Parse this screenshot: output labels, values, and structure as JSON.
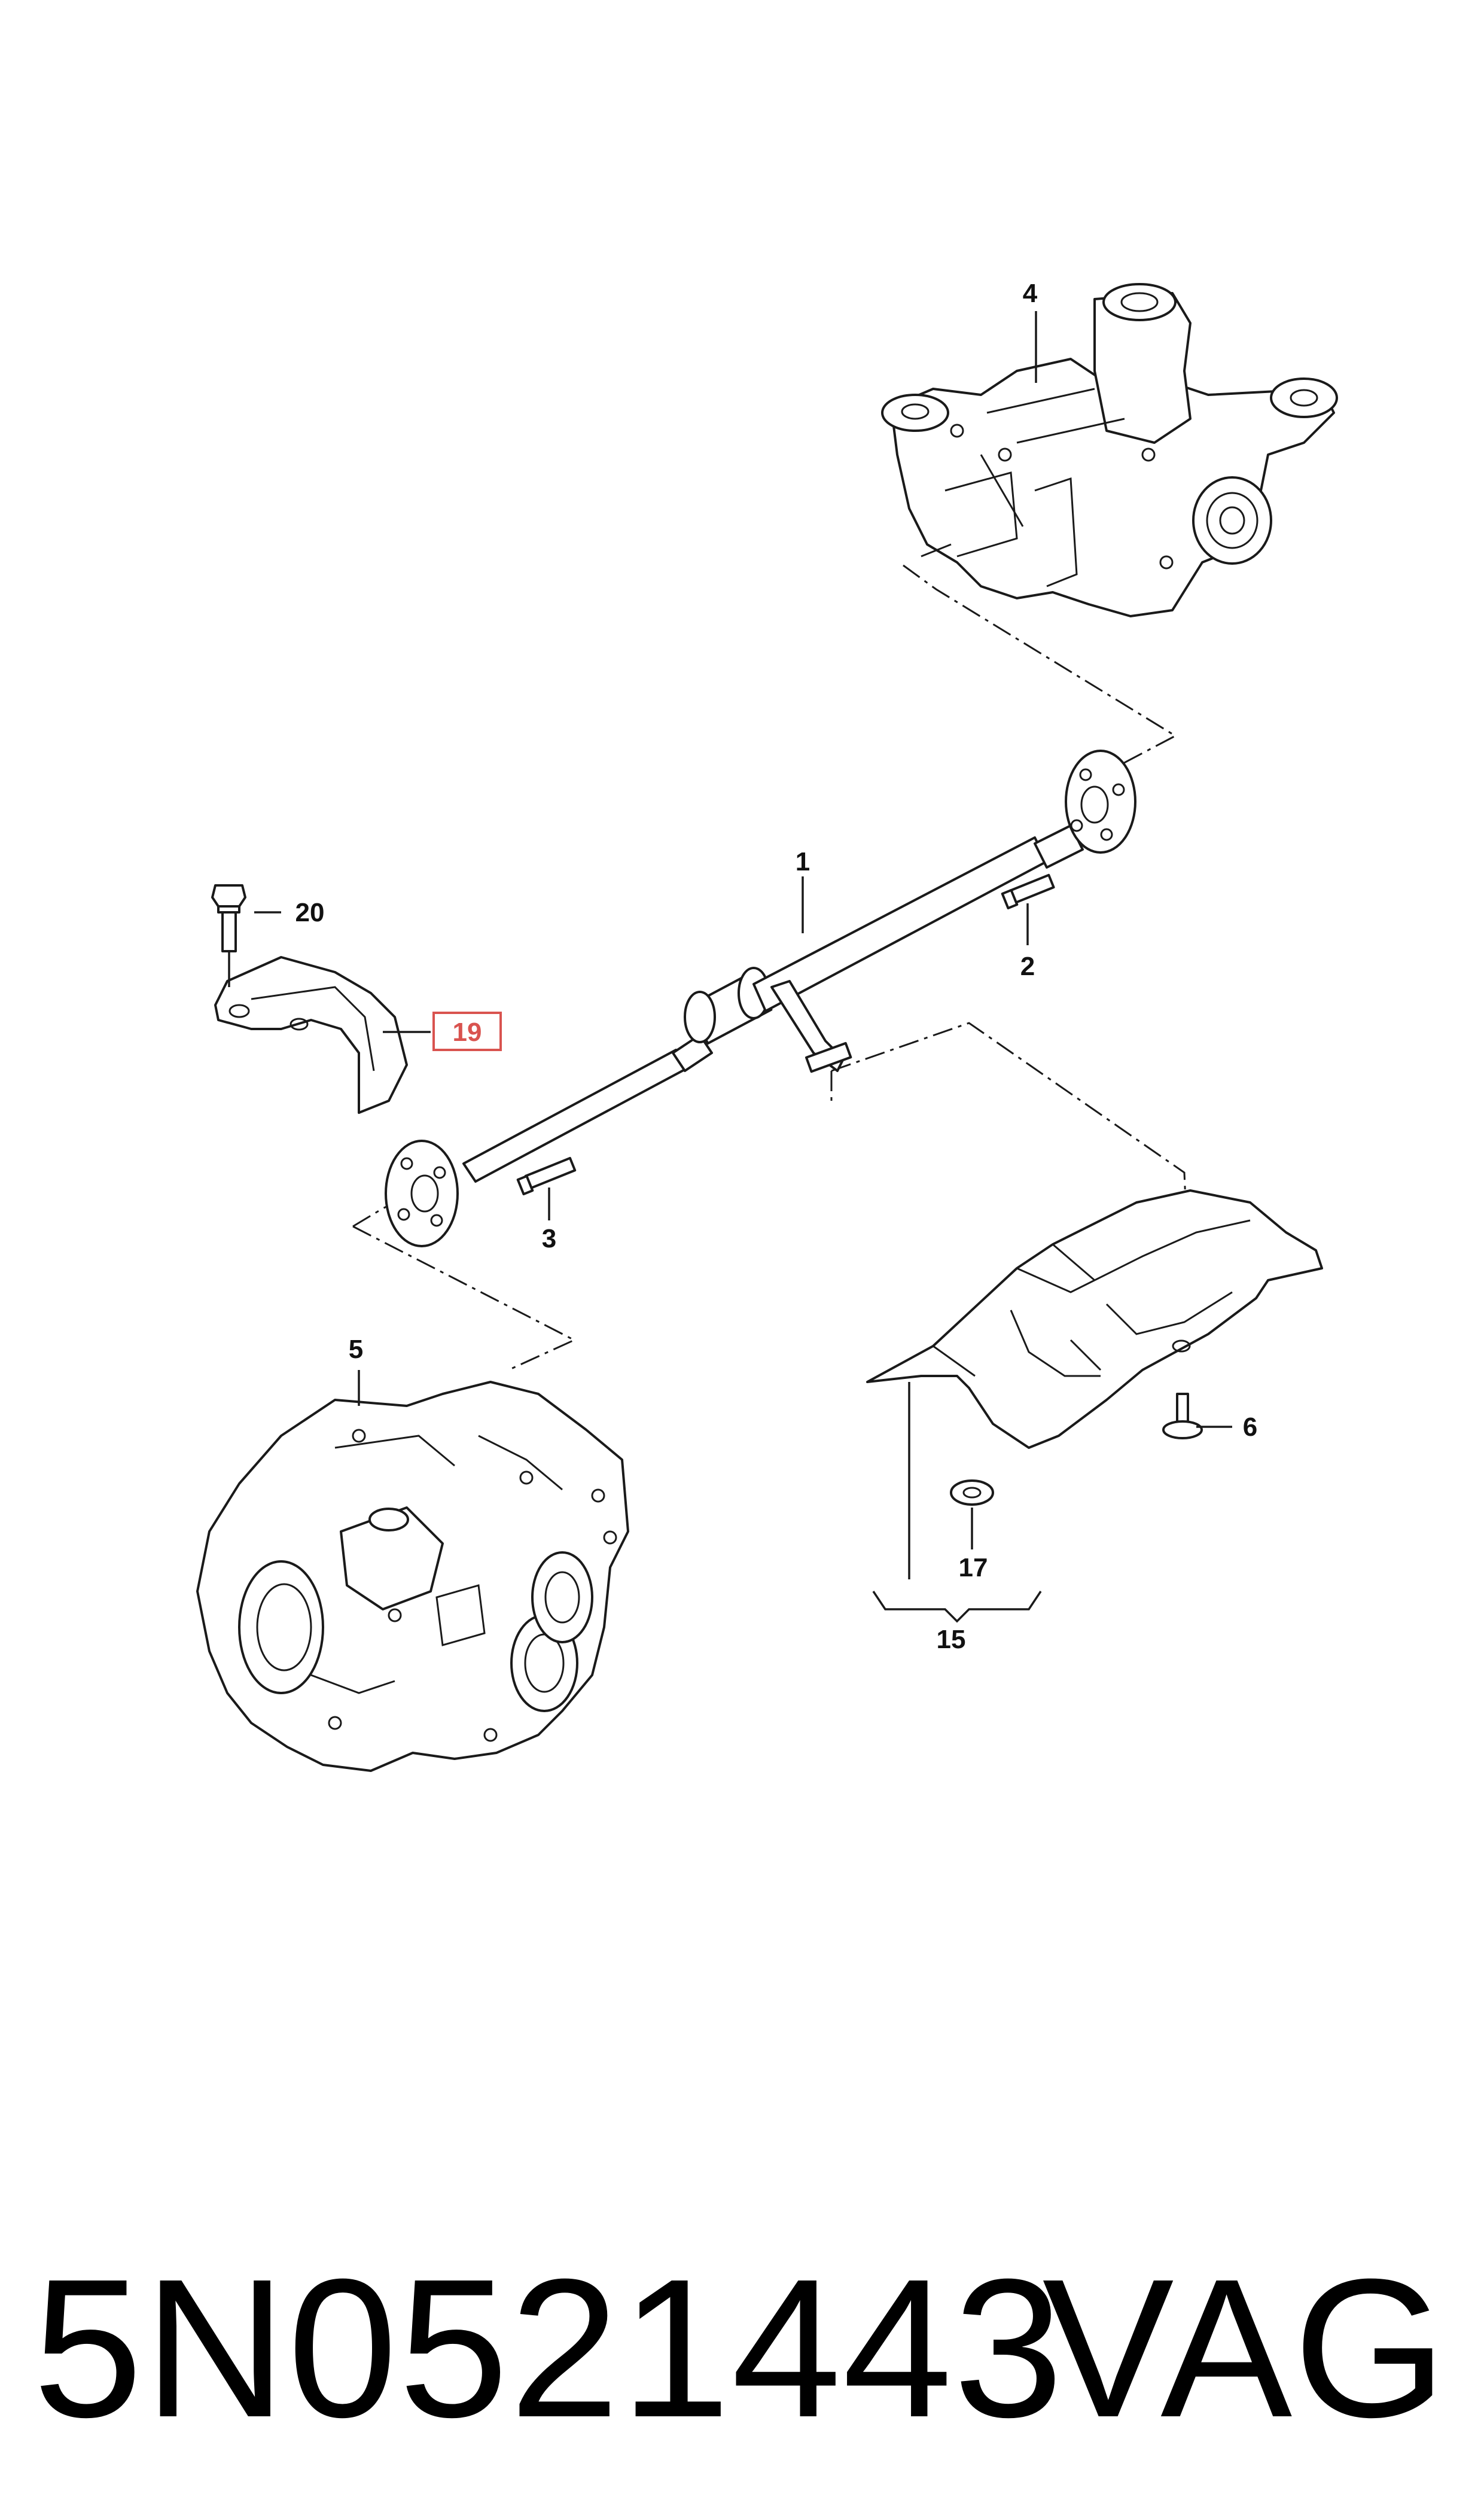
{
  "callouts": [
    {
      "id": "1",
      "label": "1"
    },
    {
      "id": "2",
      "label": "2"
    },
    {
      "id": "3",
      "label": "3"
    },
    {
      "id": "4",
      "label": "4"
    },
    {
      "id": "5",
      "label": "5"
    },
    {
      "id": "6",
      "label": "6"
    },
    {
      "id": "15",
      "label": "15"
    },
    {
      "id": "17",
      "label": "17"
    },
    {
      "id": "19",
      "label": "19",
      "highlighted": true
    },
    {
      "id": "20",
      "label": "20"
    }
  ],
  "footer": {
    "part_number": "5N0521443",
    "brand": "VAG"
  },
  "colors": {
    "highlight": "#d9534f",
    "line": "#1a1a1a"
  }
}
